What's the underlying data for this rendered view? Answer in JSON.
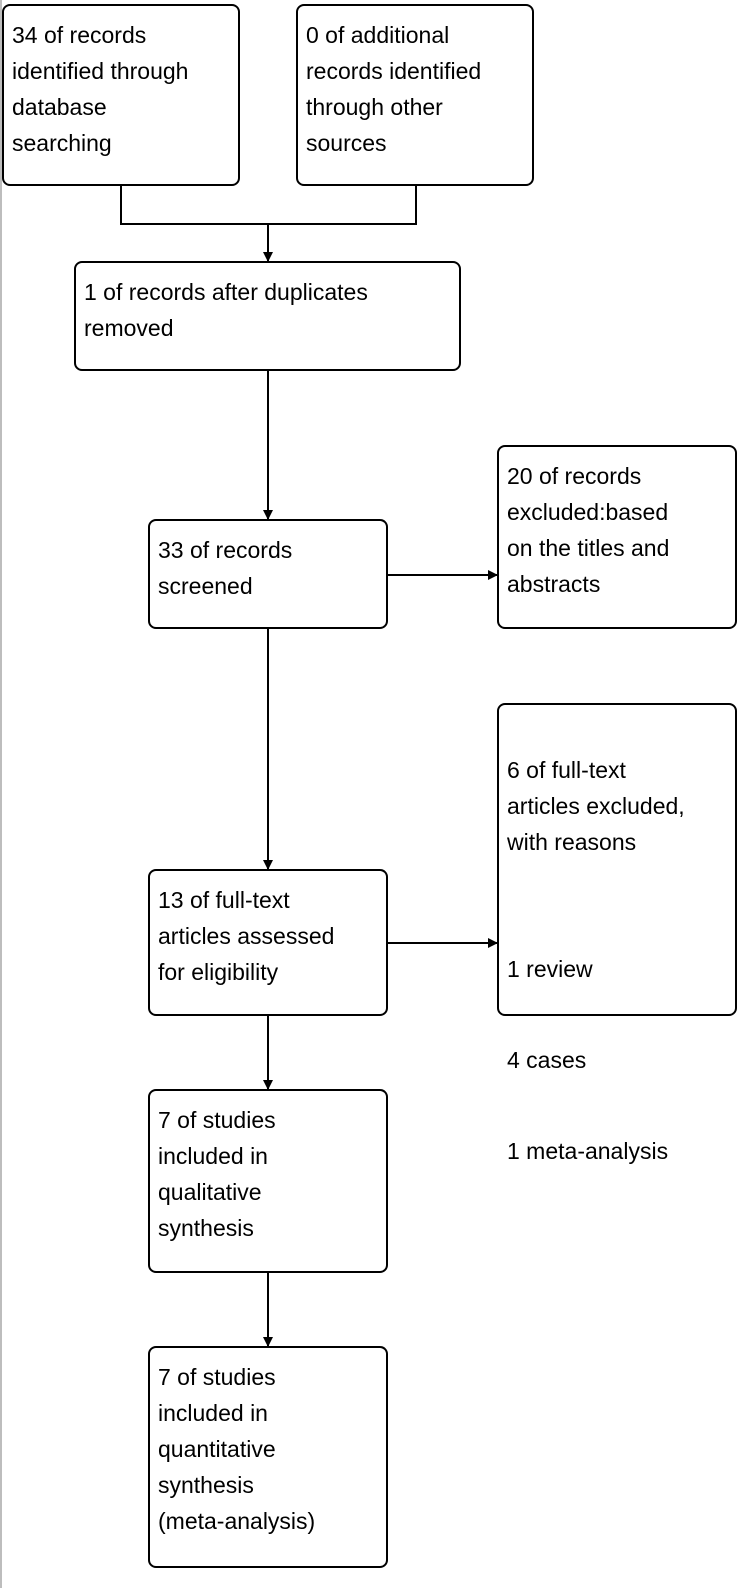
{
  "boxes": {
    "db_search": "34 of records\nidentified through\ndatabase\nsearching",
    "other_sources": "0 of additional\nrecords identified\nthrough other\nsources",
    "after_duplicates": "1 of records after duplicates\nremoved",
    "screened": "33 of records\nscreened",
    "records_excluded": "20 of records\nexcluded:based\non the titles and\nabstracts",
    "fulltext_assessed": "13 of full-text\narticles assessed\nfor eligibility",
    "fulltext_excluded": {
      "heading": "6 of full-text\narticles excluded,\nwith reasons",
      "reasons": [
        "1 review",
        "4 cases",
        "1 meta-analysis"
      ]
    },
    "qualitative": "7 of studies\nincluded in\nqualitative\nsynthesis",
    "quantitative": "7 of studies\nincluded in\nquantitative\nsynthesis\n(meta-analysis)"
  }
}
